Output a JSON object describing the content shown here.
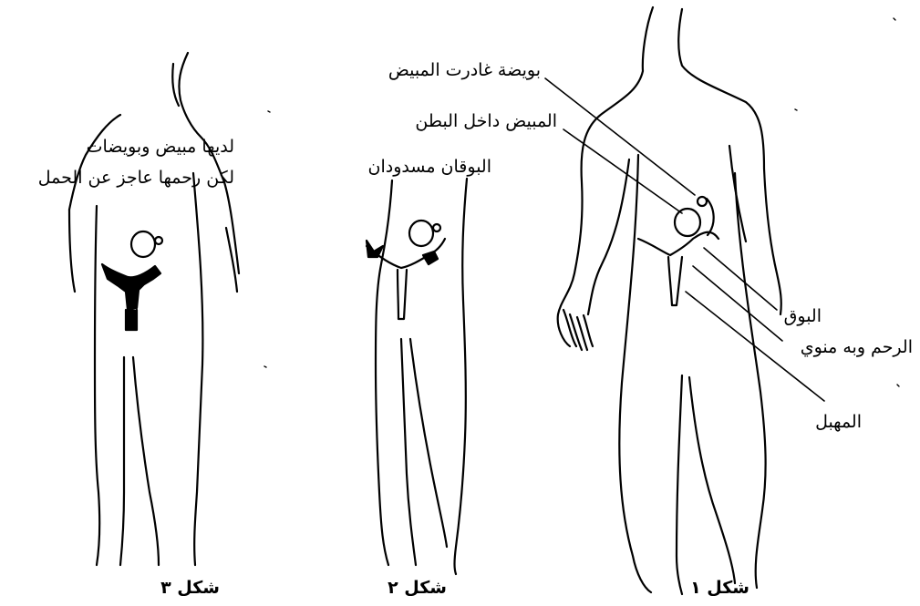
{
  "figures": [
    {
      "caption": {
        "word": "شكل",
        "number": "١"
      },
      "labels": {
        "egg_left_ovary": "بويضة غادرت المبيض",
        "ovary_in_abdomen": "المبيض داخل البطن",
        "tube": "البوق",
        "uterus_with_sperm": "الرحم وبه منوي",
        "vagina": "المهبل"
      }
    },
    {
      "caption": {
        "word": "شكل",
        "number": "٢"
      },
      "labels": {
        "blocked_tubes": "البوقان مسدودان"
      }
    },
    {
      "caption": {
        "word": "شكل",
        "number": "٣"
      },
      "labels": {
        "line1": "لديها مبيض وبويضات",
        "line2": "لكن رحمها عاجز عن الحمل"
      }
    }
  ]
}
